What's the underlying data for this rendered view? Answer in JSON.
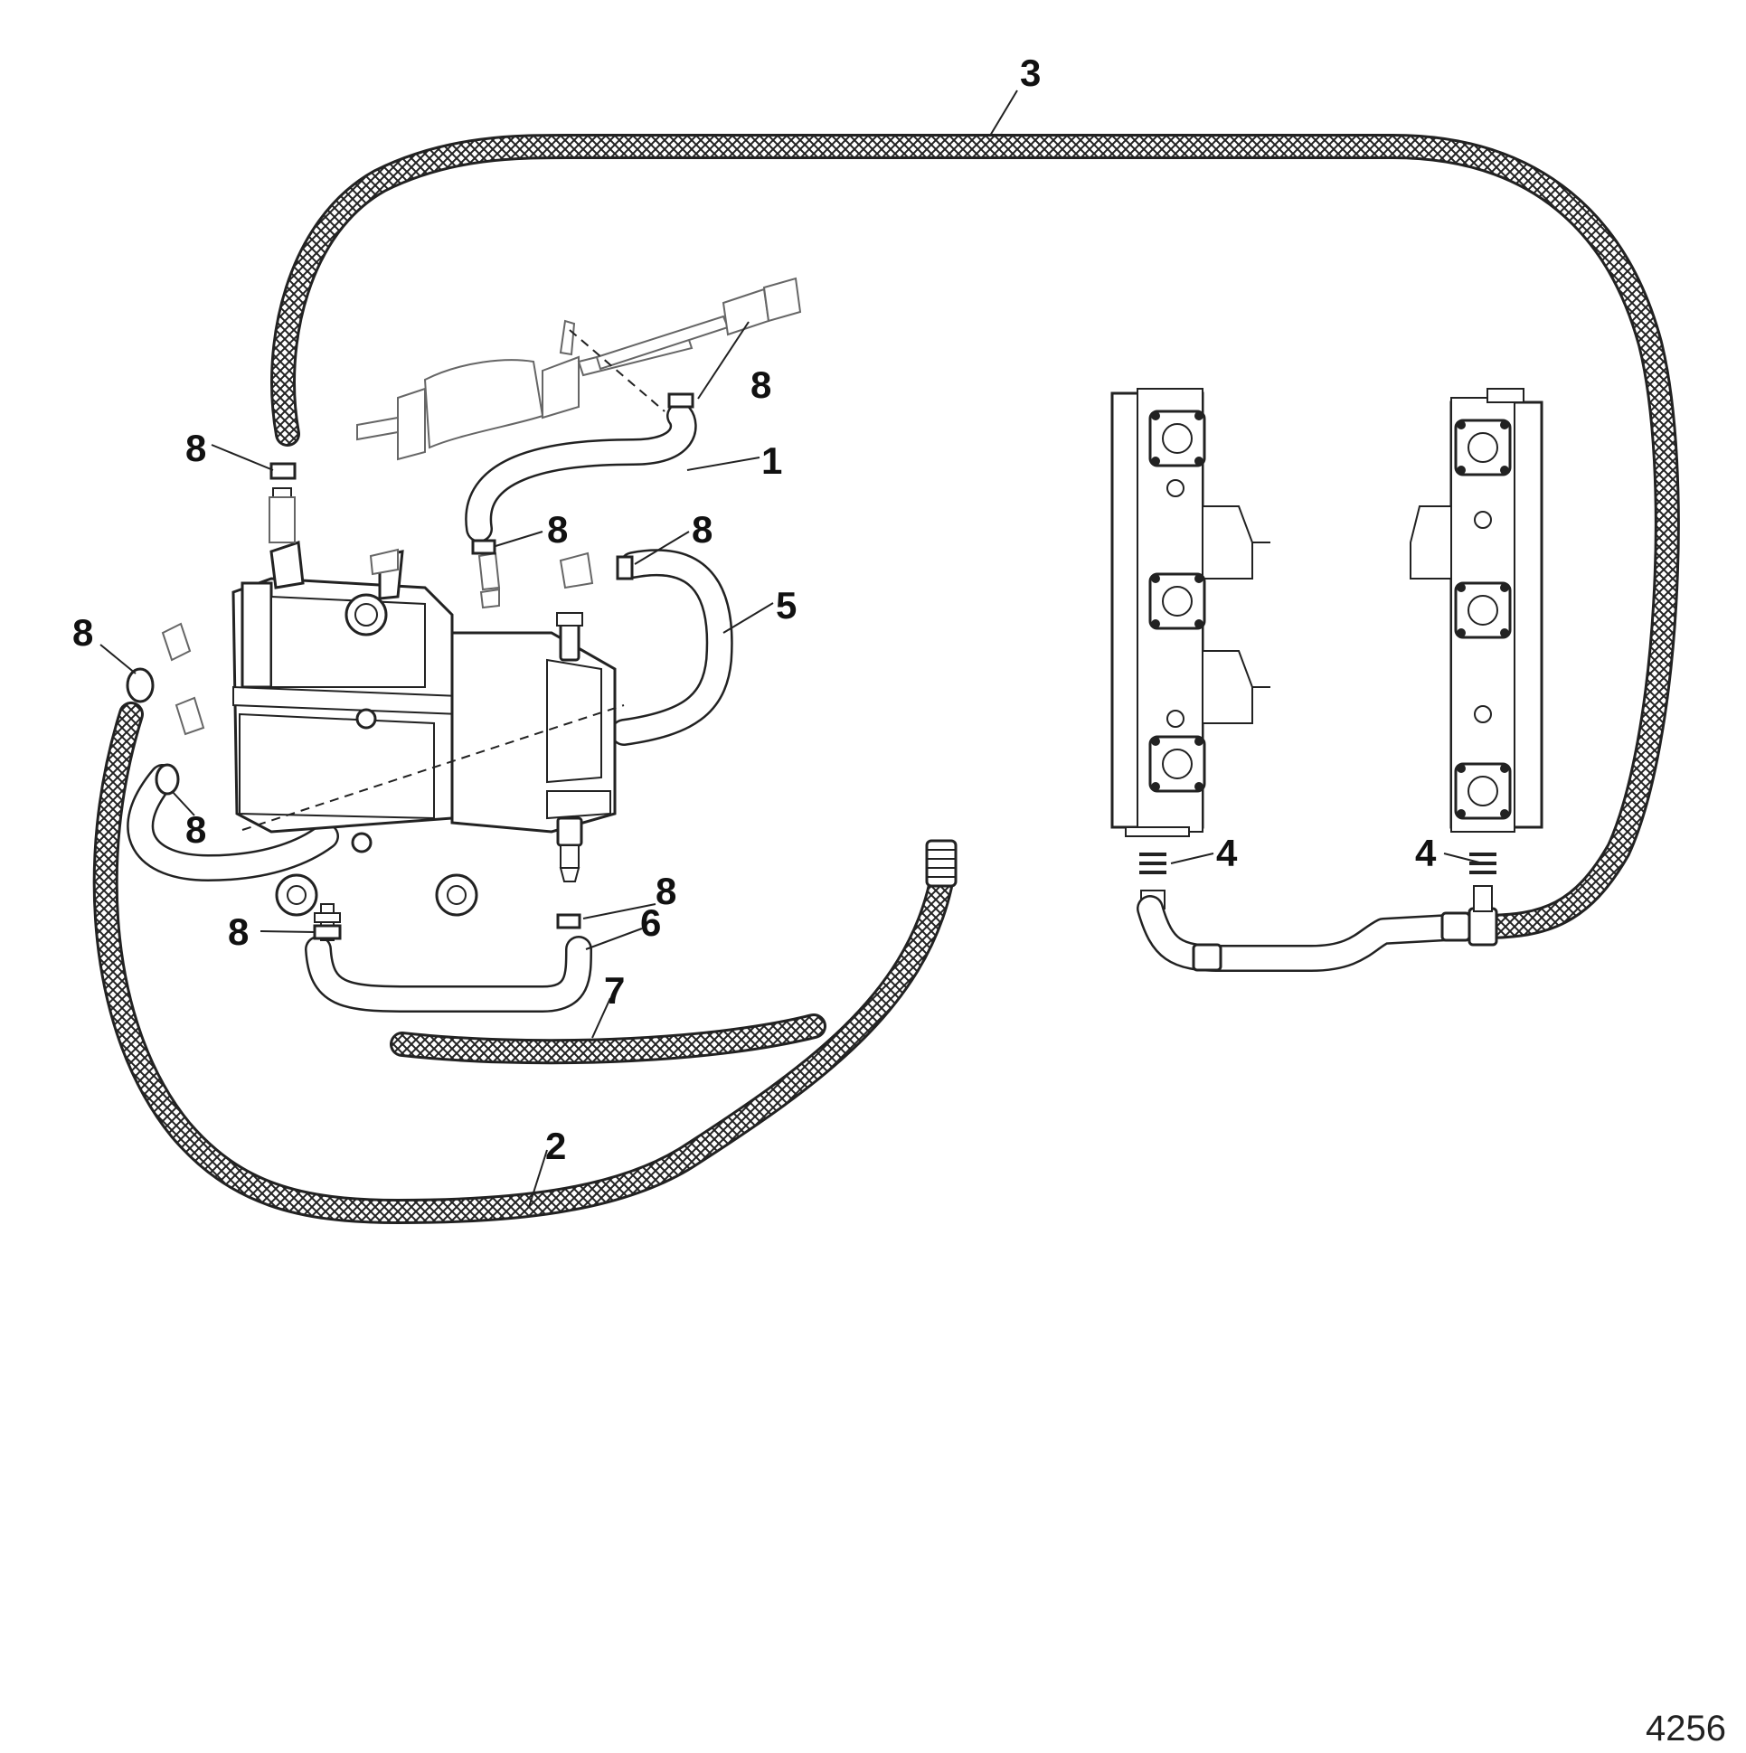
{
  "callouts": {
    "c1": "1",
    "c2": "2",
    "c3": "3",
    "c4a": "4",
    "c4b": "4",
    "c5": "5",
    "c6": "6",
    "c7": "7",
    "c8a": "8",
    "c8b": "8",
    "c8c": "8",
    "c8d": "8",
    "c8e": "8",
    "c8f": "8",
    "c8g": "8",
    "c8h": "8"
  },
  "figure_number": "4256",
  "icons": {
    "hose_pattern": "braided-crosshatch",
    "clamp": "hose-clamp-icon"
  }
}
